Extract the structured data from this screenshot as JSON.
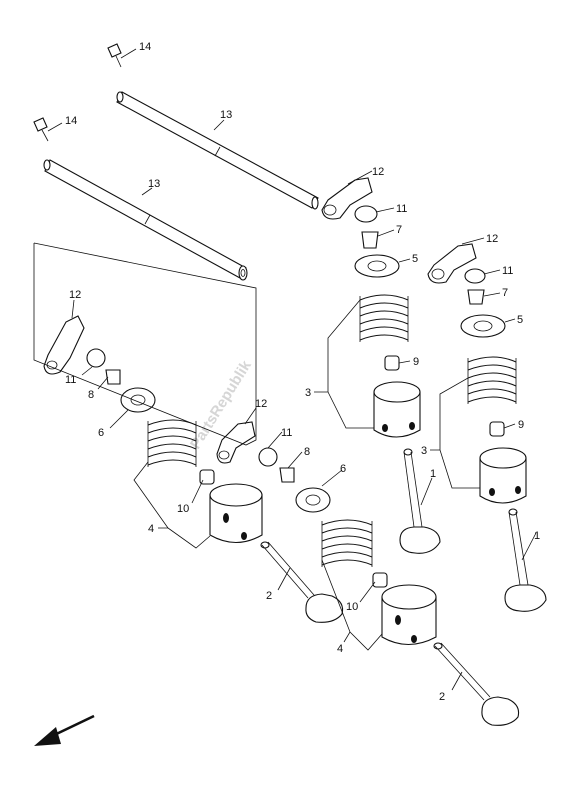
{
  "watermark": "PartsRepublik",
  "parts": [
    {
      "id": "p14a",
      "num": "14"
    },
    {
      "id": "p14b",
      "num": "14"
    },
    {
      "id": "p13a",
      "num": "13"
    },
    {
      "id": "p13b",
      "num": "13"
    },
    {
      "id": "p12a",
      "num": "12"
    },
    {
      "id": "p12b",
      "num": "12"
    },
    {
      "id": "p12c",
      "num": "12"
    },
    {
      "id": "p12d",
      "num": "12"
    },
    {
      "id": "p11a",
      "num": "11"
    },
    {
      "id": "p11b",
      "num": "11"
    },
    {
      "id": "p11c",
      "num": "11"
    },
    {
      "id": "p11d",
      "num": "11"
    },
    {
      "id": "p7a",
      "num": "7"
    },
    {
      "id": "p7b",
      "num": "7"
    },
    {
      "id": "p8a",
      "num": "8"
    },
    {
      "id": "p8b",
      "num": "8"
    },
    {
      "id": "p5a",
      "num": "5"
    },
    {
      "id": "p5b",
      "num": "5"
    },
    {
      "id": "p6a",
      "num": "6"
    },
    {
      "id": "p6b",
      "num": "6"
    },
    {
      "id": "p9a",
      "num": "9"
    },
    {
      "id": "p9b",
      "num": "9"
    },
    {
      "id": "p10a",
      "num": "10"
    },
    {
      "id": "p10b",
      "num": "10"
    },
    {
      "id": "p3a",
      "num": "3"
    },
    {
      "id": "p3b",
      "num": "3"
    },
    {
      "id": "p4a",
      "num": "4"
    },
    {
      "id": "p4b",
      "num": "4"
    },
    {
      "id": "p1a",
      "num": "1"
    },
    {
      "id": "p1b",
      "num": "1"
    },
    {
      "id": "p2a",
      "num": "2"
    },
    {
      "id": "p2b",
      "num": "2"
    }
  ],
  "icons": {
    "direction": "front-direction-arrow-icon"
  }
}
